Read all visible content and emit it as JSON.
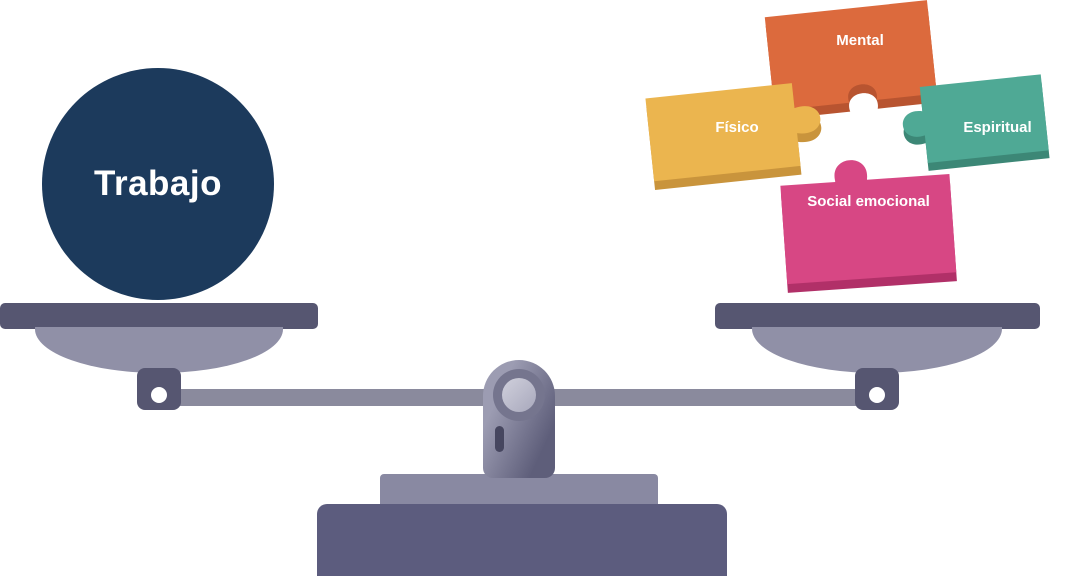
{
  "scene": {
    "background": "#FFFFFF",
    "work_circle": {
      "label": "Trabajo",
      "color": "#1C3A5C",
      "text_color": "#FFFFFF"
    },
    "puzzle_pieces": [
      {
        "name": "mental",
        "label": "Mental",
        "color": "#DC6A3D",
        "shade": "#B85430"
      },
      {
        "name": "fisico",
        "label": "Físico",
        "color": "#EBB54F",
        "shade": "#C9943C"
      },
      {
        "name": "espiritual",
        "label": "Espiritual",
        "color": "#4FA995",
        "shade": "#3C8776"
      },
      {
        "name": "social-emocional",
        "label": "Social emocional",
        "color": "#D74784",
        "shade": "#B13068"
      }
    ],
    "scale": {
      "beam_color": "#8A8A9D",
      "pan_top_color": "#565671",
      "pan_bowl_color": "#9090A7",
      "hanger_color": "#565671",
      "plinth_color": "#8989A2",
      "base_color": "#5C5C7E"
    }
  }
}
